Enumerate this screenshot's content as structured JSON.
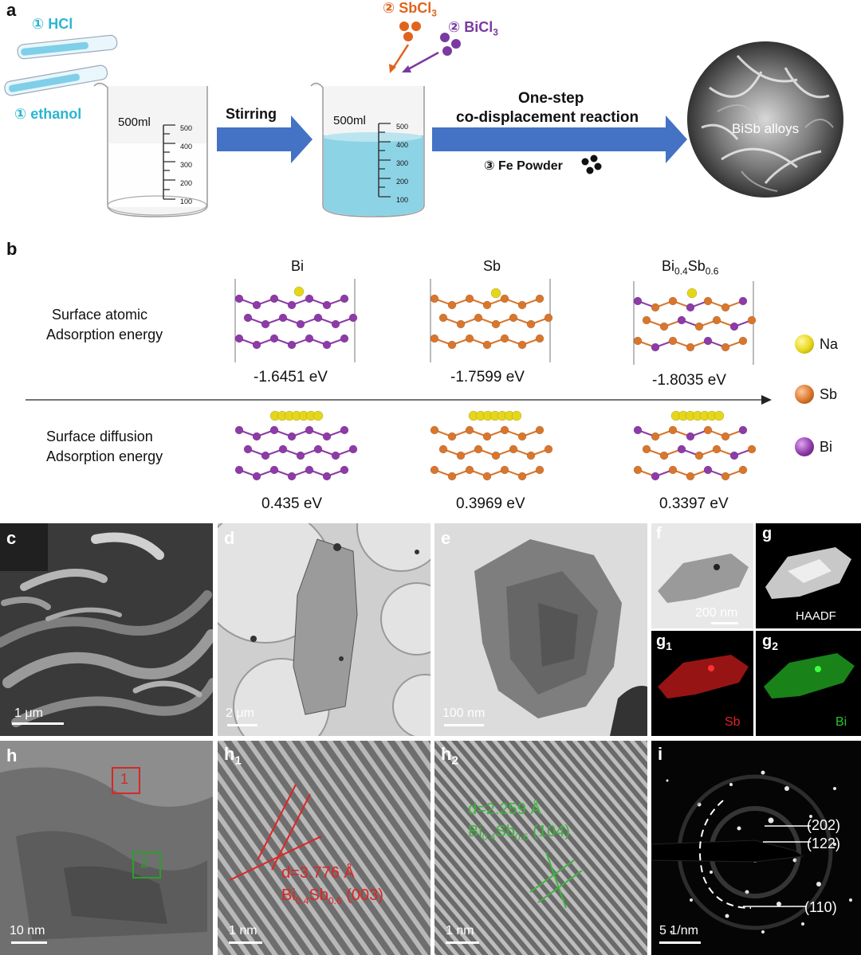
{
  "panel_a": {
    "label": "a",
    "hcl": "① HCl",
    "ethanol": "① ethanol",
    "sbcl3": "② SbCl",
    "sbcl3_sub": "3",
    "bicl3": "② BiCl",
    "bicl3_sub": "3",
    "beaker_volume": "500ml",
    "beaker_ticks": [
      "500",
      "400",
      "300",
      "200",
      "100"
    ],
    "stirring": "Stirring",
    "reaction_line1": "One-step",
    "reaction_line2": "co-displacement reaction",
    "fe_powder": "③ Fe Powder",
    "product": "BiSb alloys",
    "colors": {
      "cyan_label": "#2bb5d1",
      "sb_orange": "#e0641d",
      "bi_purple": "#7a3aa1",
      "arrow_blue": "#4472c4"
    }
  },
  "panel_b": {
    "label": "b",
    "row1_line1": "Surface atomic",
    "row1_line2": "Adsorption energy",
    "row2_line1": "Surface diffusion",
    "row2_line2": "Adsorption energy",
    "col_bi": "Bi",
    "col_sb": "Sb",
    "col_alloy_bi": "Bi",
    "col_alloy_bi_sub": "0.4",
    "col_alloy_sb": "Sb",
    "col_alloy_sb_sub": "0.6",
    "energies_row1": [
      "-1.6451 eV",
      "-1.7599 eV",
      "-1.8035 eV"
    ],
    "energies_row2": [
      "0.435 eV",
      "0.3969 eV",
      "0.3397 eV"
    ],
    "legend": [
      "Na",
      "Sb",
      "Bi"
    ],
    "colors": {
      "na": "#e6d61a",
      "sb": "#d9762c",
      "bi": "#8e3aa8"
    }
  },
  "micrographs": {
    "c_label": "c",
    "c_scale": "1 μm",
    "d_label": "d",
    "d_scale": "2 μm",
    "e_label": "e",
    "e_scale": "100 nm",
    "f_label": "f",
    "f_scale": "200 nm",
    "g_label": "g",
    "g_text": "HAADF",
    "g1_label": "g",
    "g1_sub": "1",
    "g1_text": "Sb",
    "g2_label": "g",
    "g2_sub": "2",
    "g2_text": "Bi",
    "h_label": "h",
    "h_scale": "10 nm",
    "h_box1": "1",
    "h_box2": "2",
    "h1_label": "h",
    "h1_sub": "1",
    "h1_scale": "1 nm",
    "h1_d": "d=3.776 Å",
    "h1_phase_bi": "Bi",
    "h1_phase_bi_sub": "0.4",
    "h1_phase_sb": "Sb",
    "h1_phase_sb_sub": "0.6",
    "h1_plane": "(003)",
    "h2_label": "h",
    "h2_sub": "2",
    "h2_scale": "1 nm",
    "h2_d": "d=2.259 Å",
    "h2_phase_bi": "Bi",
    "h2_phase_bi_sub": "0.4",
    "h2_phase_sb": "Sb",
    "h2_phase_sb_sub": "0.6",
    "h2_plane": "(104)",
    "i_label": "i",
    "i_scale": "5 1/nm",
    "i_rings": [
      "(202)",
      "(122)",
      "(110)"
    ]
  }
}
